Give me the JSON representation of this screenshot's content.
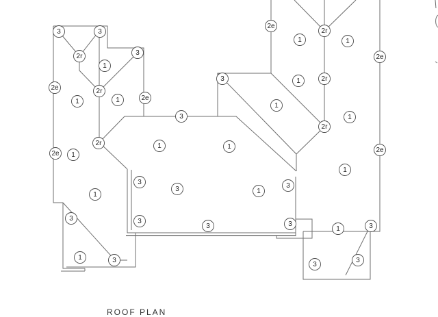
{
  "title": "ROOF PLAN",
  "markers": [
    "3",
    "3",
    "2r",
    "3",
    "1",
    "2e",
    "1",
    "2r",
    "1",
    "2e",
    "2r",
    "2e",
    "1",
    "1",
    "3",
    "1",
    "3",
    "3",
    "1",
    "3",
    "3",
    "3",
    "3",
    "3",
    "3",
    "1",
    "2e",
    "1",
    "2r",
    "1",
    "2e",
    "1",
    "2r",
    "1",
    "2r",
    "1",
    "2e",
    "1",
    "3",
    "1",
    "3",
    "3",
    "3",
    "1"
  ]
}
